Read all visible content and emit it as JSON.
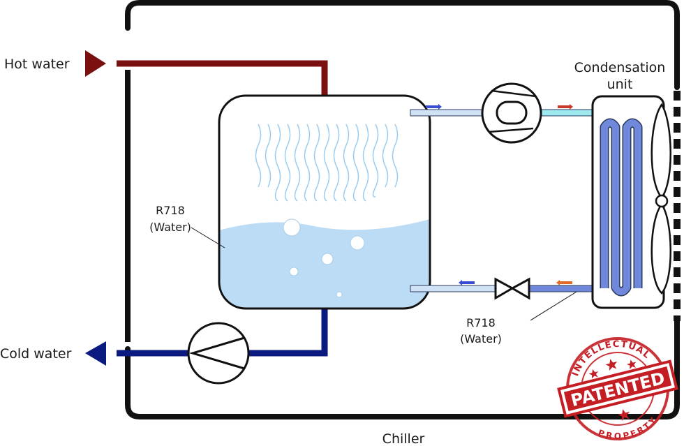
{
  "labels": {
    "hot_water": "Hot water",
    "cold_water": "Cold water",
    "condensation_line1": "Condensation",
    "condensation_line2": "unit",
    "refrigerant_tank_line1": "R718",
    "refrigerant_tank_line2": "(Water)",
    "refrigerant_pipe_line1": "R718",
    "refrigerant_pipe_line2": "(Water)",
    "chiller": "Chiller"
  },
  "stamp": {
    "main": "PATENTED",
    "top": "INTELLECTUAL",
    "bottom": "PROPERTY"
  },
  "colors": {
    "hot_water": "#7a1010",
    "cold_water": "#0b1a80",
    "water_fill": "#bcdcf6",
    "vapor": "#9cccee",
    "coil_blue": "#6f88dc",
    "coil_cyan": "#9ee8f0",
    "pipe_light": "#cfe2f6",
    "arrow_orange": "#e06a2a",
    "arrow_blue": "#3a4fd0",
    "stamp_red": "#c41e24",
    "frame": "#111111"
  }
}
